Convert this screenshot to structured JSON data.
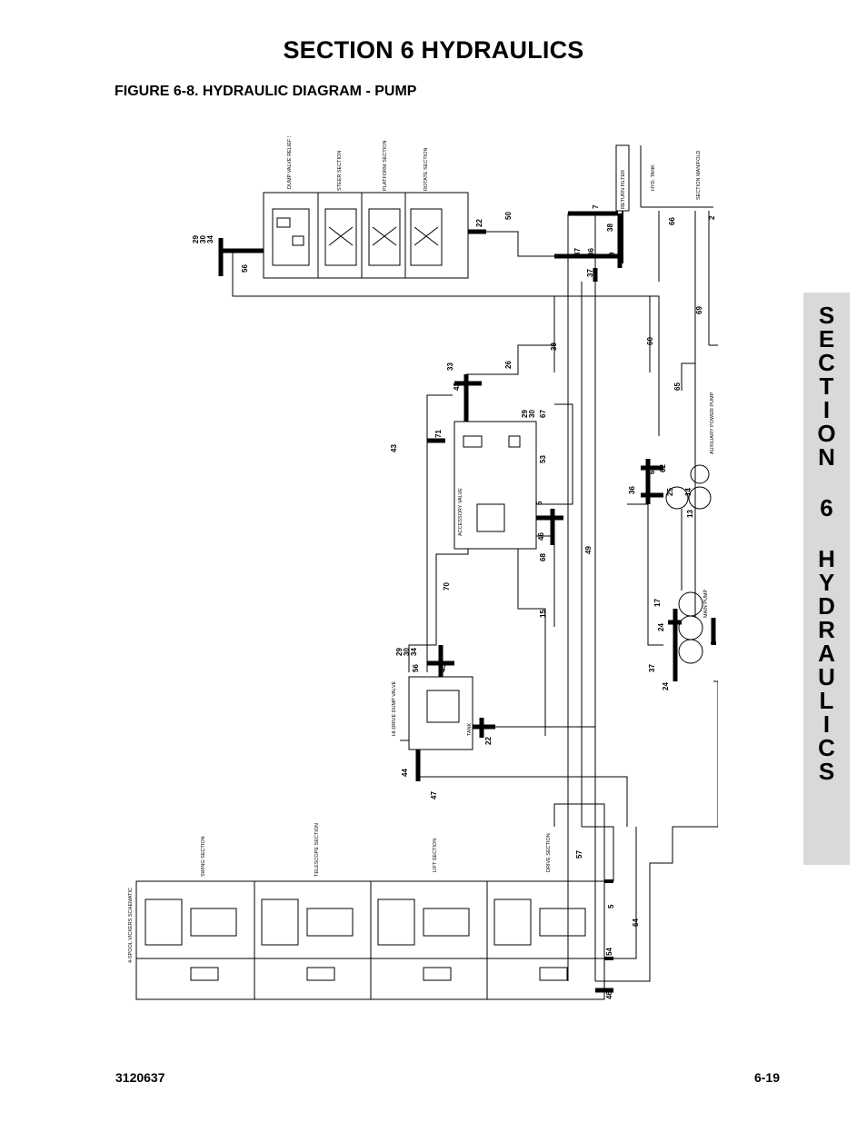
{
  "header": {
    "title": "SECTION 6  HYDRAULICS",
    "figure": "FIGURE 6-8.    HYDRAULIC DIAGRAM - PUMP"
  },
  "footer": {
    "doc_number": "3120637",
    "page_number": "6-19"
  },
  "side_tab": {
    "letters": [
      "S",
      "E",
      "C",
      "T",
      "I",
      "O",
      "N",
      "6",
      "H",
      "Y",
      "D",
      "R",
      "A",
      "U",
      "L",
      "I",
      "C",
      "S"
    ],
    "background": "#d9d9d9"
  },
  "diagram_labels": {
    "dump_valve_relief": "DUMP VALVE RELIEF SECTION",
    "steer": "STEER SECTION",
    "platform": "PLATFORM SECTION",
    "rotate": "ROTATE SECTION",
    "return_filter": "RETURN FILTER",
    "hyd_tank": "HYD. TANK",
    "section_manifold": "SECTION MANIFOLD",
    "accessory_valve": "ACCESSORY VALVE",
    "auxiliary_power_pump": "AUXILIARY POWER PUMP",
    "main_pump": "MAIN PUMP",
    "hi_drive_dump_valve": "HI-DRIVE DUMP VALVE",
    "four_spool_schematic": "4-SPOOL VICKERS SCHEMATIC",
    "swing": "SWING SECTION",
    "telescope": "TELESCOPE SECTION",
    "lift": "LIFT SECTION",
    "drive": "DRIVE SECTION",
    "tank": "TANK"
  },
  "line_numbers": {
    "n29": "29",
    "n30": "30",
    "n34": "34",
    "n56": "56",
    "n22": "22",
    "n50": "50",
    "n7": "7",
    "n38": "38",
    "n37": "37",
    "n36": "36",
    "n9": "9",
    "n66": "66",
    "n2": "2",
    "n69": "69",
    "n39": "39",
    "n60": "60",
    "n65": "65",
    "n33": "33",
    "n42": "42",
    "n26": "26",
    "n67": "67",
    "n71": "71",
    "n53": "53",
    "n43": "43",
    "n5": "5",
    "n46": "46",
    "n68": "68",
    "n49": "49",
    "n70": "70",
    "n15": "15",
    "n61": "61",
    "n62": "62",
    "n25": "25",
    "n14": "14",
    "n13": "13",
    "n31": "31",
    "n17": "17",
    "n24": "24",
    "n4": "4",
    "n3": "3",
    "n45": "45",
    "n44": "44",
    "n47": "47",
    "n57": "57",
    "n64": "64",
    "n54": "54"
  }
}
